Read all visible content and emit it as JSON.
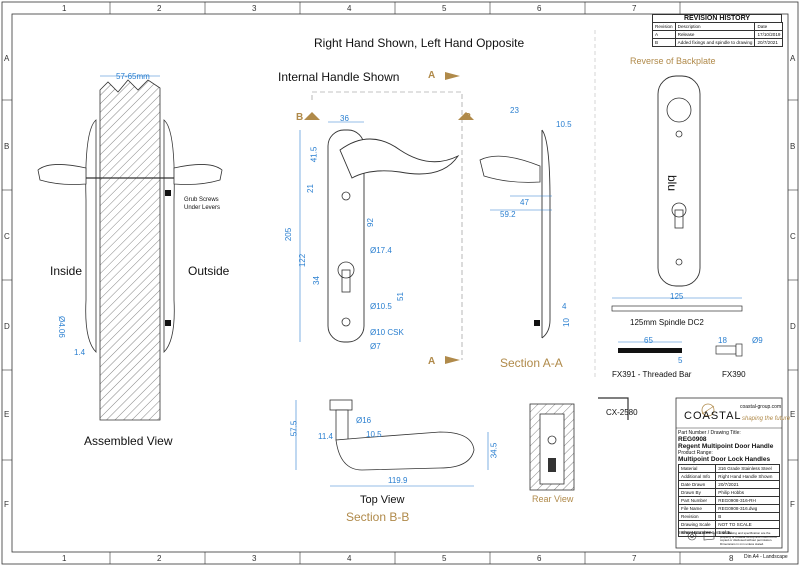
{
  "zones": {
    "cols": [
      "1",
      "2",
      "3",
      "4",
      "5",
      "6",
      "7",
      "8"
    ],
    "rows": [
      "A",
      "B",
      "C",
      "D",
      "E",
      "F"
    ]
  },
  "title_main": "Right Hand Shown, Left Hand Opposite",
  "internal_shown": "Internal Handle Shown",
  "reverse_backplate": "Reverse of Backplate",
  "assembled": {
    "title": "Assembled View",
    "inside": "Inside",
    "outside": "Outside",
    "grub": "Grub Screws\nUnder Levers",
    "dim_width": "57-65mm",
    "dim_depth": "Ø4.06",
    "dim_small": "1.4"
  },
  "section_marks": {
    "a": "A",
    "b": "B"
  },
  "front_dims": {
    "d36": "36",
    "d41_5": "41.5",
    "d21": "21",
    "d205": "205",
    "d122": "122",
    "d34": "34",
    "d92": "92",
    "d51": "51",
    "d17_4": "Ø17.4",
    "d10_5": "Ø10.5",
    "d10csk": "Ø10 CSK",
    "d7": "Ø7"
  },
  "side_dims": {
    "d23": "23",
    "d10_5": "10.5",
    "d47": "47",
    "d59_2": "59.2",
    "d4": "4",
    "d10": "10"
  },
  "section_aa": "Section A-A",
  "section_bb": "Section B-B",
  "top_view": {
    "title": "Top View",
    "d57_5": "57.5",
    "d11_4": "11.4",
    "d16": "Ø16",
    "d10_5": "10.5",
    "d34_5": "34.5",
    "d119_9": "119.9"
  },
  "backplate_logo": "blu",
  "spindle": {
    "dim": "125",
    "label": "125mm Spindle DC2"
  },
  "fx391": {
    "dim": "65",
    "small": "5",
    "label": "FX391 - Threaded Bar"
  },
  "fx390": {
    "d18": "18",
    "d9": "Ø9",
    "label": "FX390"
  },
  "cx": "CX-2580",
  "rear_view": "Rear View",
  "revision": {
    "title": "REVISION HISTORY",
    "headers": [
      "Revision",
      "Description",
      "Date"
    ],
    "rows": [
      [
        "A",
        "Release",
        "17/10/2019"
      ],
      [
        "B",
        "Added fixings and spindle to drawing",
        "20/7/2021"
      ]
    ]
  },
  "titleblock": {
    "brand": "COASTAL",
    "website": "coastal-group.com",
    "tagline": "shaping the future",
    "part_label": "Part Number / Drawing Title:",
    "part_no": "REG0908",
    "part_title": "Regent Multipoint Door Handle",
    "product_range_label": "Product Range:",
    "product_range": "Multipoint Door Lock Handles",
    "fields": [
      [
        "Material",
        "316 Grade Stainless Steel"
      ],
      [
        "Additional Info",
        "Right Hand Handle Shown"
      ],
      [
        "Date Drawn",
        "20/7/2021"
      ],
      [
        "Drawn By",
        "Philip Hobbs"
      ],
      [
        "Part Number",
        "REG0908-316-RH"
      ],
      [
        "File Name",
        "REG0908-316.dwg"
      ],
      [
        "Revision",
        "B"
      ],
      [
        "Drawing Scale",
        "NOT TO SCALE"
      ],
      [
        "Sheet Number",
        "1 of 1"
      ]
    ],
    "projection": "THIRD ANGLE PROJECTION",
    "notice": "This drawing and specification are the property of Coastal Group and must not be copied or disclosed without permission. Dimensions in mm unless stated.",
    "sheet_size": "Din A4 - Landscape"
  }
}
